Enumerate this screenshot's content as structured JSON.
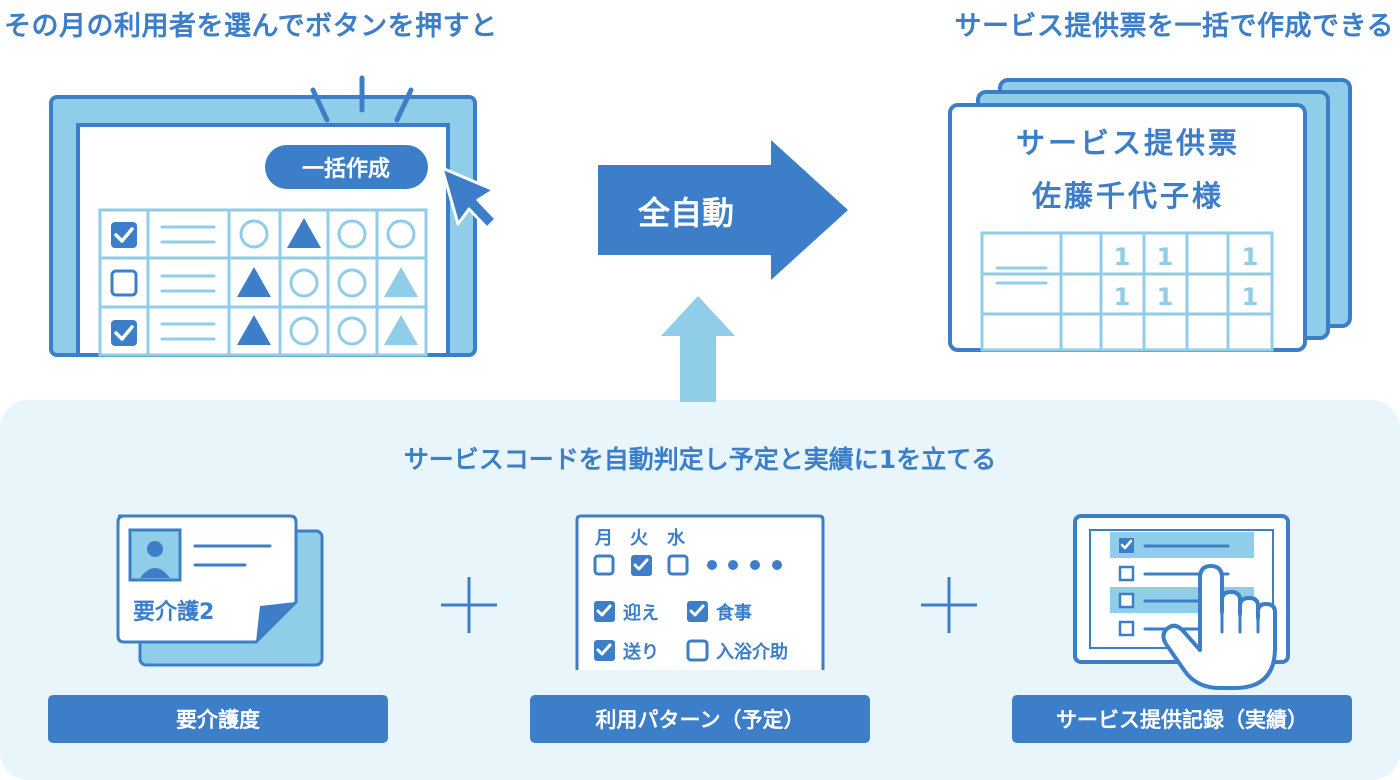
{
  "headings": {
    "left": "その月の利用者を選んでボタンを押すと",
    "right": "サービス提供票を一括で作成できる"
  },
  "screen": {
    "button_label": "一括作成"
  },
  "arrow_label": "全自動",
  "slip": {
    "title": "サービス提供票",
    "name": "佐藤千代子様",
    "row1": [
      "1",
      "1",
      "1"
    ],
    "row2": [
      "1",
      "1",
      "1"
    ]
  },
  "panel": {
    "title": "サービスコードを自動判定し予定と実績に1を立てる"
  },
  "card": {
    "care_level": "要介護2"
  },
  "schedule": {
    "days": [
      "月",
      "火",
      "水"
    ],
    "options": [
      "迎え",
      "食事",
      "送り",
      "入浴介助"
    ]
  },
  "labels": {
    "care_level": "要介護度",
    "usage_pattern": "利用パターン（予定）",
    "service_record": "サービス提供記録（実績）"
  },
  "colors": {
    "accent": "#3d7ec9",
    "light_blue": "#8fcde8",
    "panel_bg": "#e8f6fc"
  }
}
